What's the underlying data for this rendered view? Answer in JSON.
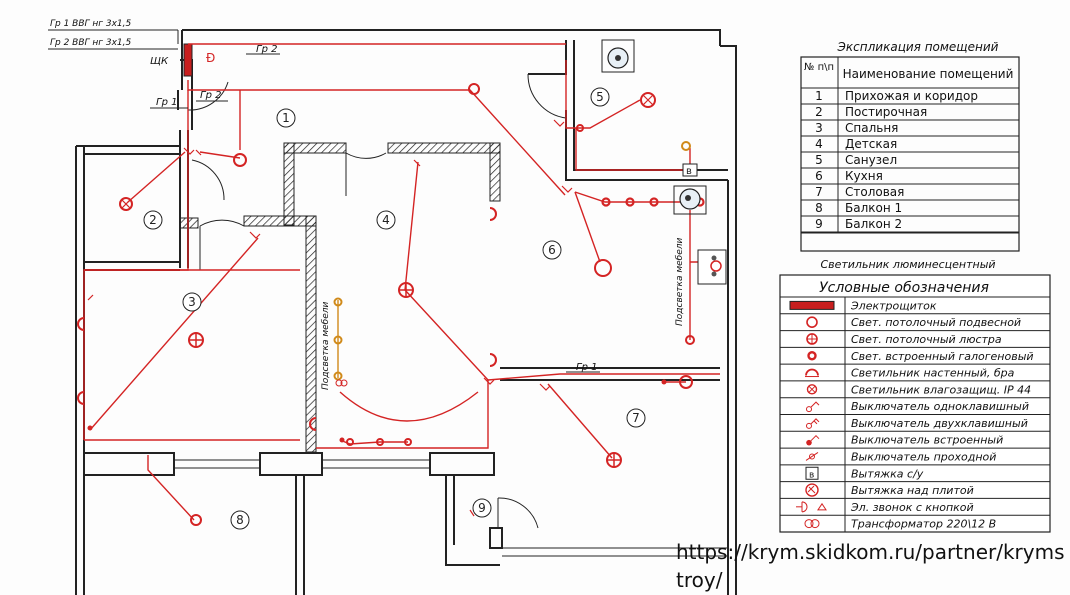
{
  "plan": {
    "group_labels": [
      "Гр 1  ВВГ нг 3х1,5",
      "Гр 2  ВВГ нг 3х1,5"
    ],
    "panel_label": "ЩК",
    "wire_labels": [
      "Гр 2",
      "Гр 1",
      "Гр 2",
      "Гр 1"
    ],
    "furniture_note_1": "Подсветка мебели",
    "furniture_note_2": "Подсветка мебели",
    "room_numbers": [
      "1",
      "2",
      "3",
      "4",
      "5",
      "6",
      "7",
      "8",
      "9"
    ]
  },
  "explication": {
    "title": "Экспликация помещений",
    "col_num": "№ п\\п",
    "col_name": "Наименование помещений",
    "rows": [
      {
        "num": "1",
        "name": "Прихожая и коридор"
      },
      {
        "num": "2",
        "name": "Постирочная"
      },
      {
        "num": "3",
        "name": "Спальня"
      },
      {
        "num": "4",
        "name": "Детская"
      },
      {
        "num": "5",
        "name": "Санузел"
      },
      {
        "num": "6",
        "name": "Кухня"
      },
      {
        "num": "7",
        "name": "Столовая"
      },
      {
        "num": "8",
        "name": "Балкон 1"
      },
      {
        "num": "9",
        "name": "Балкон 2"
      }
    ],
    "footnote": "Светильник люминесцентный"
  },
  "legend": {
    "title": "Условные обозначения",
    "items": [
      {
        "icon": "electric-panel-icon",
        "label": "Электрощиток"
      },
      {
        "icon": "ceiling-pendant-light-icon",
        "label": "Свет. потолочный подвесной"
      },
      {
        "icon": "ceiling-chandelier-icon",
        "label": "Свет. потолочный люстра"
      },
      {
        "icon": "recessed-halogen-light-icon",
        "label": "Свет. встроенный галогеновый"
      },
      {
        "icon": "wall-sconce-icon",
        "label": "Светильник настенный, бра"
      },
      {
        "icon": "moisture-proof-light-icon",
        "label": "Светильник влагозащищ. IP 44"
      },
      {
        "icon": "single-switch-icon",
        "label": "Выключатель одноклавишный"
      },
      {
        "icon": "double-switch-icon",
        "label": "Выключатель двухклавишный"
      },
      {
        "icon": "built-in-switch-icon",
        "label": "Выключатель встроенный"
      },
      {
        "icon": "pass-through-switch-icon",
        "label": "Выключатель проходной"
      },
      {
        "icon": "bathroom-exhaust-icon",
        "label": "Вытяжка с/у"
      },
      {
        "icon": "cooker-hood-icon",
        "label": "Вытяжка над плитой"
      },
      {
        "icon": "doorbell-icon",
        "label": "Эл. звонок с кнопкой"
      },
      {
        "icon": "transformer-icon",
        "label": "Трансформатор 220\\12 В"
      }
    ]
  },
  "exhaust_letter": "в",
  "watermark": "https://krym.skidkom.ru/partner/krymstroy/",
  "colors": {
    "wire": "#d42424",
    "halogen": "#d08a1a",
    "wall": "#222222",
    "panel": "#c81e1e"
  }
}
